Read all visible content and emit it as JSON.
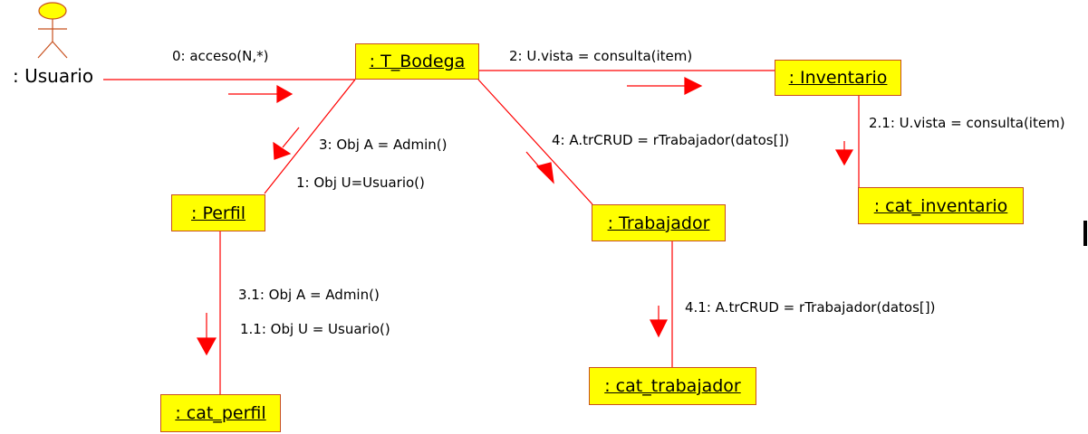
{
  "actor": {
    "label": ": Usuario",
    "icon": "stick-figure-icon"
  },
  "objects": {
    "t_bodega": ": T_Bodega",
    "inventario": ": Inventario",
    "perfil": ": Perfil",
    "trabajador": ": Trabajador",
    "cat_inventario": ": cat_inventario",
    "cat_perfil": ": cat_perfil",
    "cat_trabajador": ": cat_trabajador"
  },
  "messages": {
    "m0": "0: acceso(N,*)",
    "m2": "2: U.vista = consulta(item)",
    "m2_1": "2.1: U.vista = consulta(item)",
    "m3": "3: Obj A = Admin()",
    "m1": "1: Obj U=Usuario()",
    "m4": "4: A.trCRUD = rTrabajador(datos[])",
    "m3_1": "3.1: Obj A = Admin()",
    "m1_1": "1.1: Obj U = Usuario()",
    "m4_1": "4.1: A.trCRUD = rTrabajador(datos[])"
  },
  "colors": {
    "object_fill": "#ffff00",
    "object_border": "#c8501e",
    "link_line": "#ff0000",
    "arrow": "#ff0000",
    "actor_fill": "#ffff00",
    "actor_stroke": "#c8501e"
  }
}
